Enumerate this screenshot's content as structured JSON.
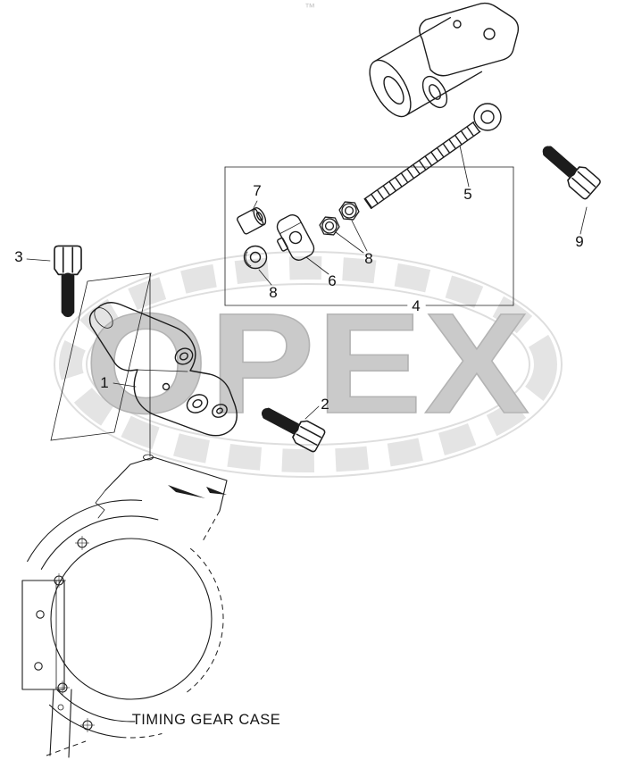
{
  "page": {
    "colors": {
      "line": "#1c1c1c",
      "watermark": "#cacaca",
      "background": "#ffffff"
    }
  },
  "diagram": {
    "caption": "TIMING GEAR CASE",
    "watermark_text": "OPEX",
    "trademark_mark": "™",
    "callouts": [
      {
        "id": "callout-1",
        "label": "1"
      },
      {
        "id": "callout-2",
        "label": "2"
      },
      {
        "id": "callout-3",
        "label": "3"
      },
      {
        "id": "callout-4",
        "label": "4"
      },
      {
        "id": "callout-5",
        "label": "5"
      },
      {
        "id": "callout-6",
        "label": "6"
      },
      {
        "id": "callout-7",
        "label": "7"
      },
      {
        "id": "callout-8-left",
        "label": "8"
      },
      {
        "id": "callout-8-right",
        "label": "8"
      },
      {
        "id": "callout-9",
        "label": "9"
      }
    ]
  }
}
